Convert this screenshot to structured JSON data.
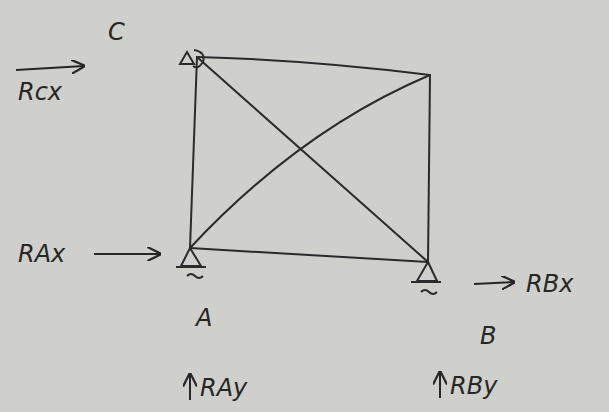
{
  "diagram": {
    "labels": [
      "C",
      "Rcx",
      "RAx",
      "A",
      "B",
      "RBx",
      "RAy",
      "RBy"
    ]
  }
}
